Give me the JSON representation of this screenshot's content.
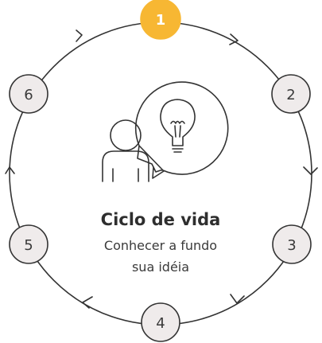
{
  "diagram": {
    "title": "Ciclo de vida",
    "subtitle_line1": "Conhecer a fundo",
    "subtitle_line2": "sua idéia",
    "steps": [
      {
        "label": "1",
        "active": true
      },
      {
        "label": "2",
        "active": false
      },
      {
        "label": "3",
        "active": false
      },
      {
        "label": "4",
        "active": false
      },
      {
        "label": "5",
        "active": false
      },
      {
        "label": "6",
        "active": false
      }
    ],
    "icons": [
      "person-icon",
      "lightbulb-icon",
      "speech-bubble-icon"
    ],
    "colors": {
      "active_node": "#f7b733",
      "inactive_node": "#efebeb",
      "stroke": "#333333"
    }
  }
}
